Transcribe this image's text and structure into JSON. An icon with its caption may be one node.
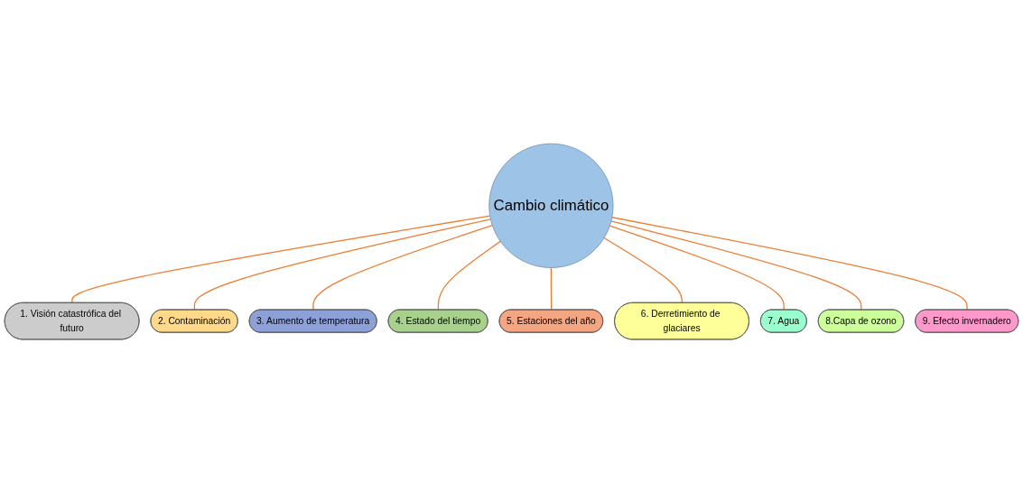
{
  "diagram": {
    "nodes": [
      {
        "text": [
          "Cambio climático"
        ]
      },
      {
        "text": [
          "1. Visión catastrófica del futuro"
        ]
      },
      {
        "text": [
          "2. Contaminación"
        ]
      },
      {
        "text": [
          "3. Aumento de temperatura"
        ]
      },
      {
        "text": [
          "4. Estado del tiempo"
        ]
      },
      {
        "text": [
          "5. Estaciones del año"
        ]
      },
      {
        "text": [
          "6. Derretimiento de glaciares"
        ]
      },
      {
        "text": [
          "7. Agua"
        ]
      },
      {
        "text": [
          "8.Capa de ozono"
        ]
      },
      {
        "text": [
          "9. Efecto invernadero"
        ]
      }
    ],
    "edges": [
      {
        "from": 0,
        "to": 1,
        "arrow": "none",
        "color": "#ed7d31"
      },
      {
        "from": 0,
        "to": 2,
        "arrow": "none",
        "color": "#ed7d31"
      },
      {
        "from": 0,
        "to": 3,
        "arrow": "none",
        "color": "#ed7d31"
      },
      {
        "from": 0,
        "to": 4,
        "arrow": "none",
        "color": "#ed7d31"
      },
      {
        "from": 0,
        "to": 5,
        "arrow": "none",
        "color": "#ed7d31"
      },
      {
        "from": 0,
        "to": 6,
        "arrow": "none",
        "color": "#ed7d31"
      },
      {
        "from": 0,
        "to": 7,
        "arrow": "none",
        "color": "#ed7d31"
      },
      {
        "from": 0,
        "to": 8,
        "arrow": "none",
        "color": "#ed7d31"
      },
      {
        "from": 0,
        "to": 9,
        "arrow": "none",
        "color": "#ed7d31"
      }
    ]
  }
}
